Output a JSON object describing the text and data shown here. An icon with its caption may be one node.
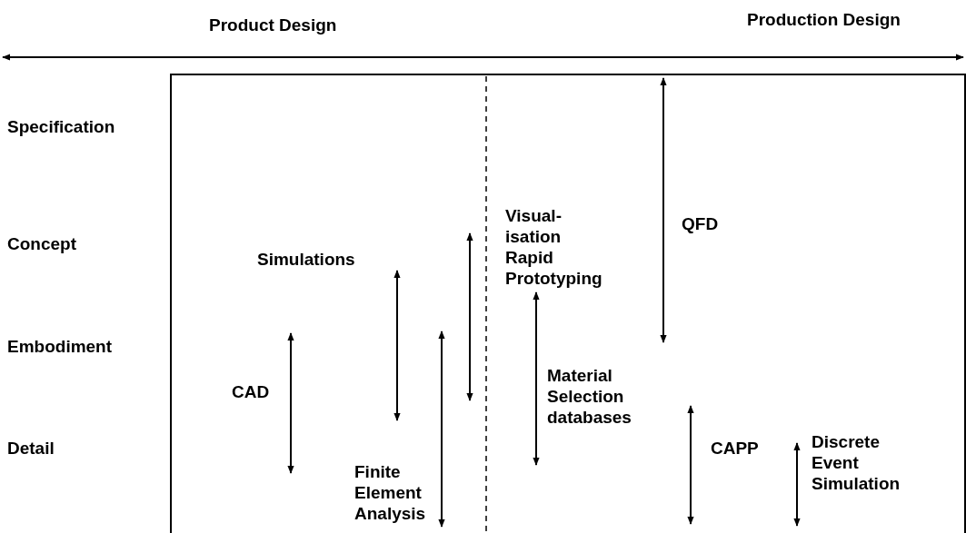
{
  "diagram": {
    "labels": [
      "Product Design",
      "Production Design",
      "Specification",
      "Visual-isation",
      "QFD",
      "Concept",
      "Simulations",
      "Rapid Prototyping",
      "Embodiment",
      "Material Selection databases",
      "CAD",
      "Detail",
      "CAPP",
      "Discrete Event Simulation",
      "Finite Element Analysis"
    ]
  }
}
